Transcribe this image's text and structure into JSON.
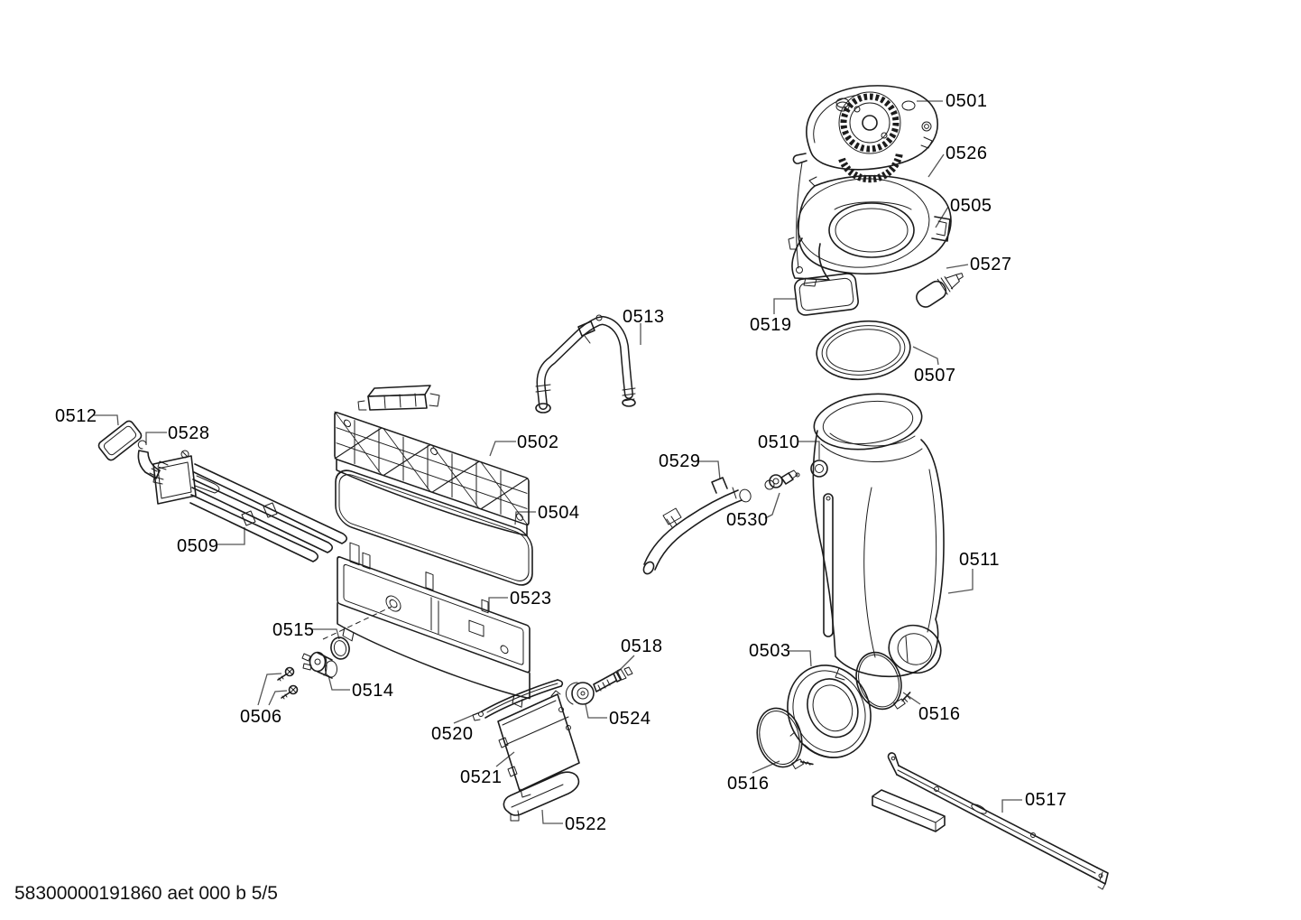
{
  "page": {
    "footer": "58300000191860 aet 000 b 5/5"
  },
  "colors": {
    "background": "#ffffff",
    "line": "#1c1c1c",
    "leader_line": "#555555",
    "label_text": "#000000"
  },
  "diagram": {
    "type": "exploded-parts-diagram",
    "labels": [
      {
        "text": "0501"
      },
      {
        "text": "0526"
      },
      {
        "text": "0505"
      },
      {
        "text": "0527"
      },
      {
        "text": "0519"
      },
      {
        "text": "0507"
      },
      {
        "text": "0513"
      },
      {
        "text": "0512"
      },
      {
        "text": "0528"
      },
      {
        "text": "0502"
      },
      {
        "text": "0504"
      },
      {
        "text": "0509"
      },
      {
        "text": "0529"
      },
      {
        "text": "0510"
      },
      {
        "text": "0530"
      },
      {
        "text": "0511"
      },
      {
        "text": "0523"
      },
      {
        "text": "0515"
      },
      {
        "text": "0514"
      },
      {
        "text": "0506"
      },
      {
        "text": "0518"
      },
      {
        "text": "0520"
      },
      {
        "text": "0524"
      },
      {
        "text": "0521"
      },
      {
        "text": "0522"
      },
      {
        "text": "0503"
      },
      {
        "text": "0516"
      },
      {
        "text": "0516"
      },
      {
        "text": "0517"
      }
    ]
  }
}
